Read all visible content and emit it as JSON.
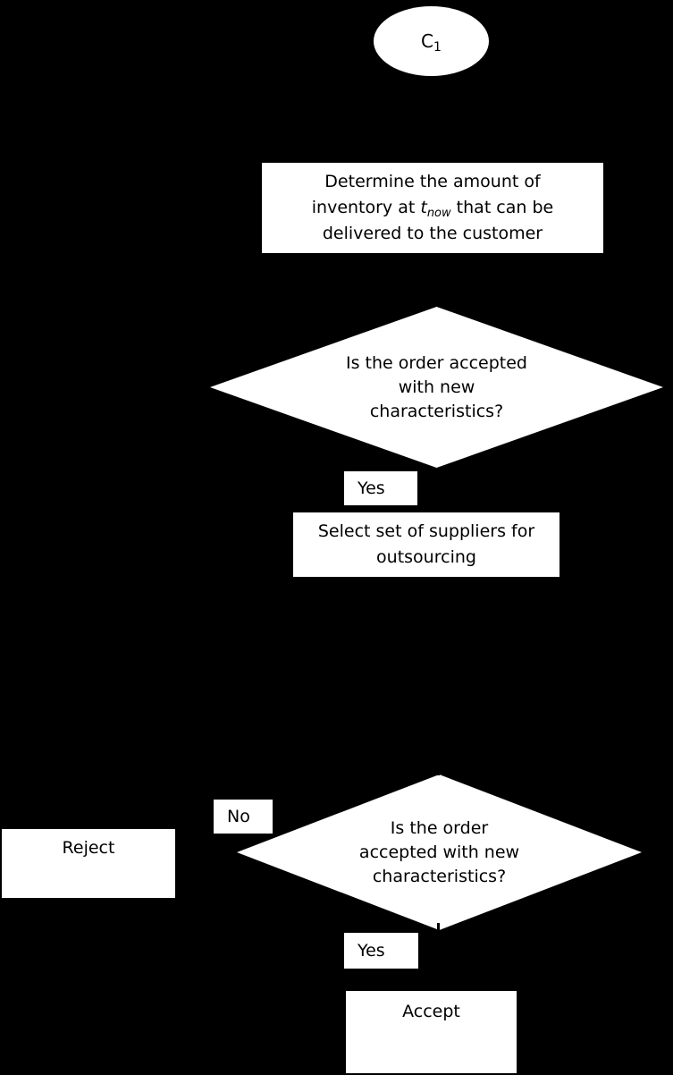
{
  "canvas": {
    "background_color": "#000000",
    "shape_fill_color": "#ffffff",
    "text_color": "#000000"
  },
  "flowchart": {
    "start": {
      "label": "C",
      "subscript": "1"
    },
    "process_inventory": {
      "line1": "Determine the amount of",
      "line2_pre": "inventory at ",
      "line2_var": "t",
      "line2_var_sub": "now",
      "line2_post": " that can be",
      "line3": "delivered to the customer"
    },
    "decision1": {
      "line1": "Is the order accepted",
      "line2": "with new",
      "line3": "characteristics?"
    },
    "yes_label_1": "Yes",
    "process_select": {
      "line1": "Select set of suppliers for",
      "line2": "outsourcing"
    },
    "no_label": "No",
    "terminal_reject": "Reject",
    "decision2": {
      "line1": "Is the order",
      "line2": "accepted with new",
      "line3": "characteristics?"
    },
    "yes_label_2": "Yes",
    "terminal_accept": "Accept"
  }
}
